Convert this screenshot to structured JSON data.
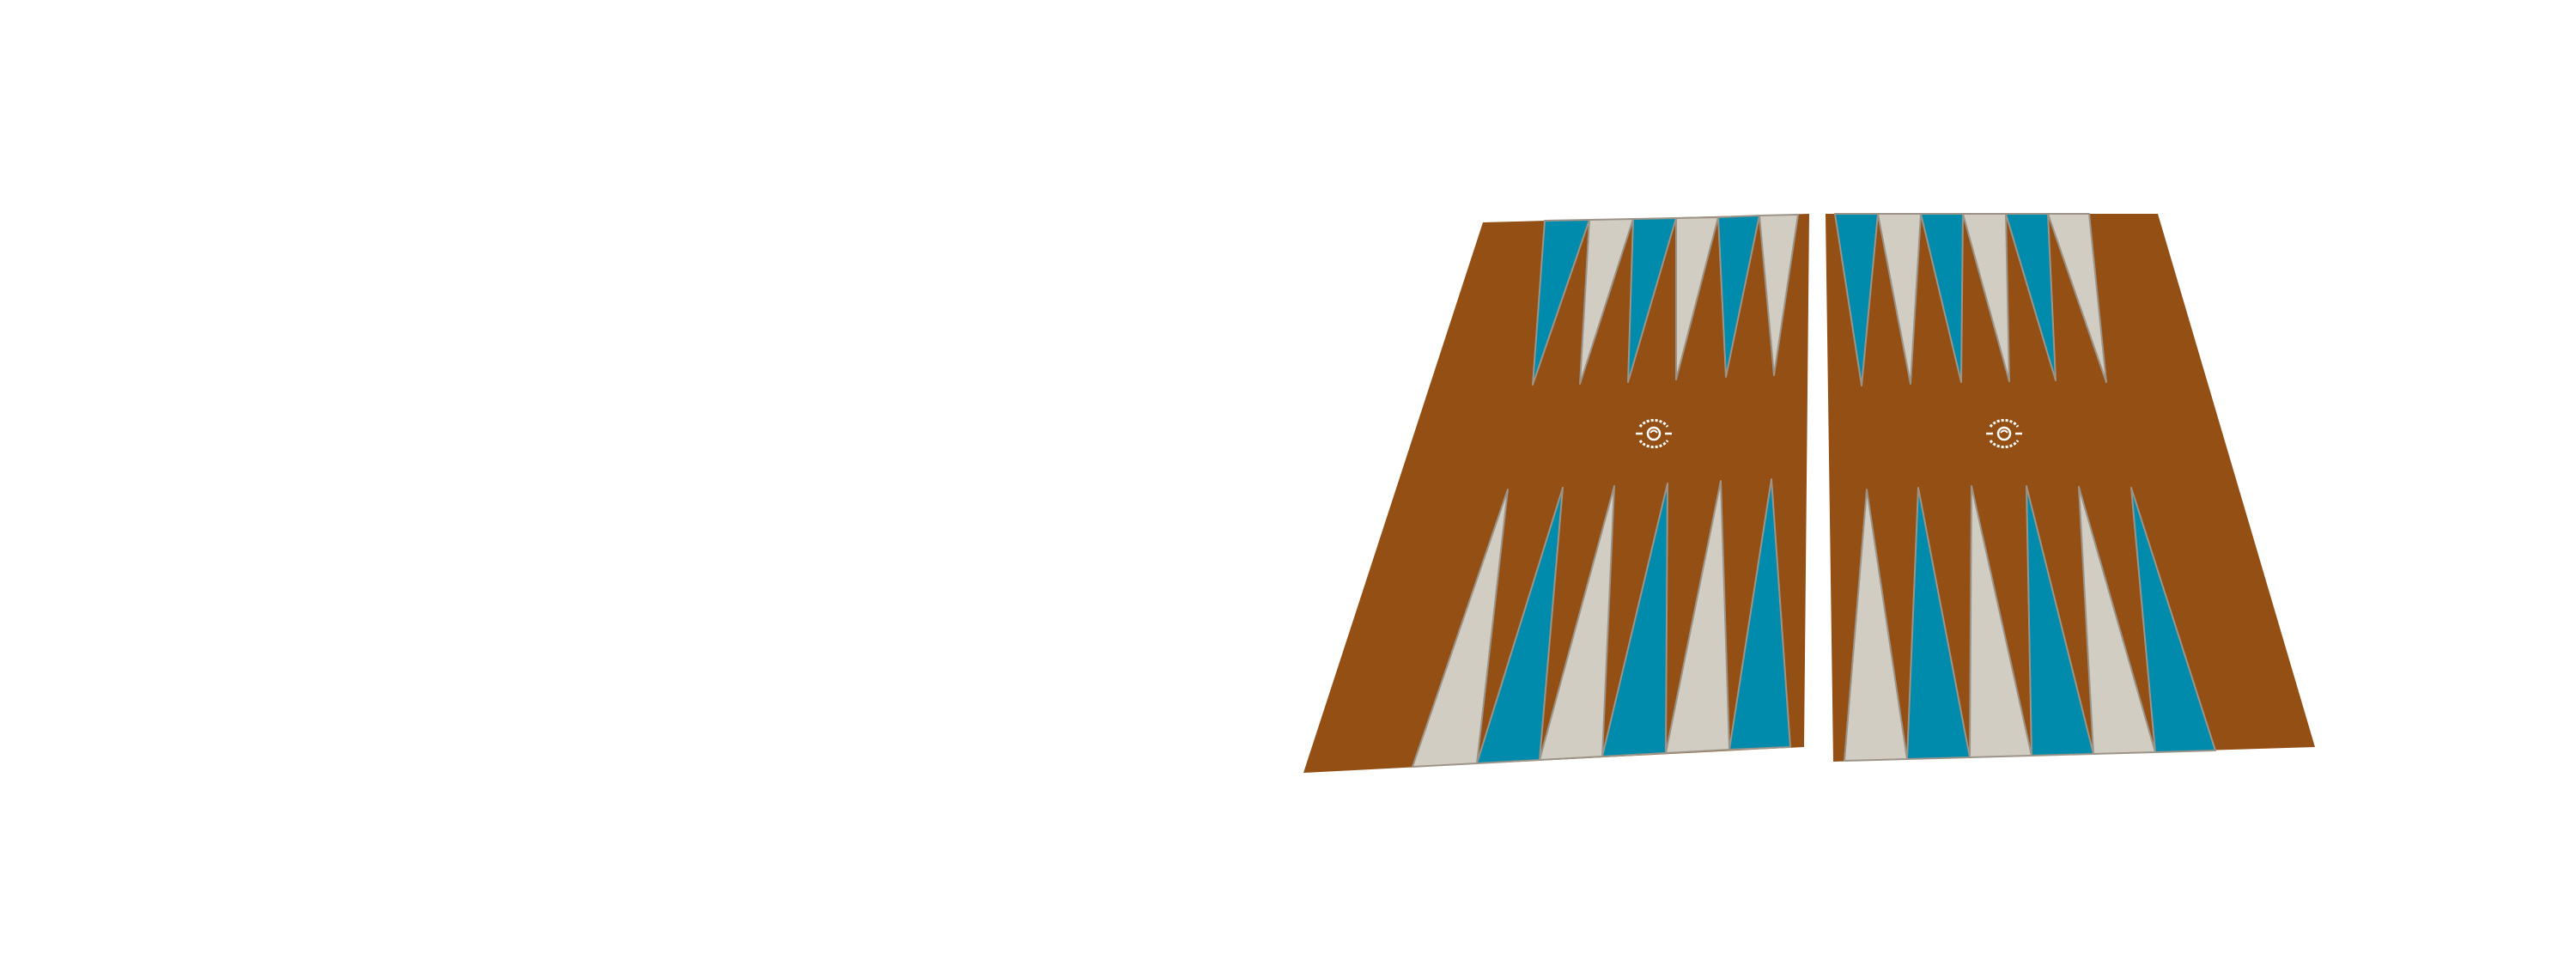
{
  "game": "backgammon",
  "colors": {
    "background": "#ffffff",
    "board": "#944f14",
    "point_light": "#d2cdc3",
    "point_dark": "#008bad",
    "point_outline": "#9c9488",
    "emblem": "#ffffff"
  },
  "board": {
    "halves": [
      "left",
      "right"
    ],
    "points_per_edge": 6,
    "point_color_order": {
      "left_top": [
        "dark",
        "light",
        "dark",
        "light",
        "dark",
        "light"
      ],
      "left_bottom": [
        "light",
        "dark",
        "light",
        "dark",
        "light",
        "dark"
      ],
      "right_top": [
        "dark",
        "light",
        "dark",
        "light",
        "dark",
        "light"
      ],
      "right_bottom": [
        "light",
        "dark",
        "light",
        "dark",
        "light",
        "dark"
      ]
    },
    "emblem_icon": "crest-emblem-icon"
  }
}
